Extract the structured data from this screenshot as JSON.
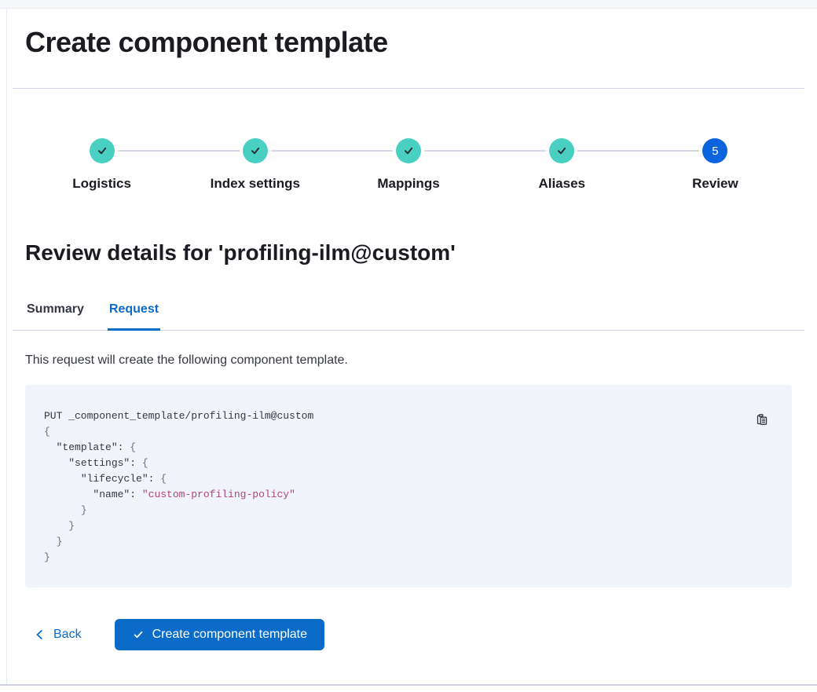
{
  "page": {
    "title": "Create component template"
  },
  "steps": {
    "items": [
      {
        "label": "Logistics",
        "status": "complete"
      },
      {
        "label": "Index settings",
        "status": "complete"
      },
      {
        "label": "Mappings",
        "status": "complete"
      },
      {
        "label": "Aliases",
        "status": "complete"
      },
      {
        "label": "Review",
        "status": "current",
        "number": "5"
      }
    ]
  },
  "review": {
    "heading": "Review details for 'profiling-ilm@custom'",
    "tabs": [
      {
        "label": "Summary",
        "active": false
      },
      {
        "label": "Request",
        "active": true
      }
    ],
    "description": "This request will create the following component template."
  },
  "code": {
    "copy_icon": "copy-clipboard-icon",
    "lines": [
      [
        {
          "c": "method",
          "t": "PUT _component_template/profiling-ilm@custom"
        }
      ],
      [
        {
          "c": "brace",
          "t": "{"
        }
      ],
      [
        {
          "c": "plain",
          "t": "  "
        },
        {
          "c": "key",
          "t": "\"template\""
        },
        {
          "c": "plain",
          "t": ": "
        },
        {
          "c": "brace",
          "t": "{"
        }
      ],
      [
        {
          "c": "plain",
          "t": "    "
        },
        {
          "c": "key",
          "t": "\"settings\""
        },
        {
          "c": "plain",
          "t": ": "
        },
        {
          "c": "brace",
          "t": "{"
        }
      ],
      [
        {
          "c": "plain",
          "t": "      "
        },
        {
          "c": "key",
          "t": "\"lifecycle\""
        },
        {
          "c": "plain",
          "t": ": "
        },
        {
          "c": "brace",
          "t": "{"
        }
      ],
      [
        {
          "c": "plain",
          "t": "        "
        },
        {
          "c": "key",
          "t": "\"name\""
        },
        {
          "c": "plain",
          "t": ": "
        },
        {
          "c": "string",
          "t": "\"custom-profiling-policy\""
        }
      ],
      [
        {
          "c": "plain",
          "t": "      "
        },
        {
          "c": "brace",
          "t": "}"
        }
      ],
      [
        {
          "c": "plain",
          "t": "    "
        },
        {
          "c": "brace",
          "t": "}"
        }
      ],
      [
        {
          "c": "plain",
          "t": "  "
        },
        {
          "c": "brace",
          "t": "}"
        }
      ],
      [
        {
          "c": "brace",
          "t": "}"
        }
      ]
    ]
  },
  "footer": {
    "back_label": "Back",
    "submit_label": "Create component template"
  },
  "colors": {
    "heading_text": "#1a1c21",
    "body_text": "#343741",
    "divider": "#d3dae6",
    "step_complete_teal": "#4ad0c3",
    "step_current_blue": "#0b64dd",
    "accent_blue": "#0a6cc8",
    "code_background": "#f1f4fa",
    "code_string_pink": "#b0457b",
    "code_brace_gray": "#69707d"
  }
}
